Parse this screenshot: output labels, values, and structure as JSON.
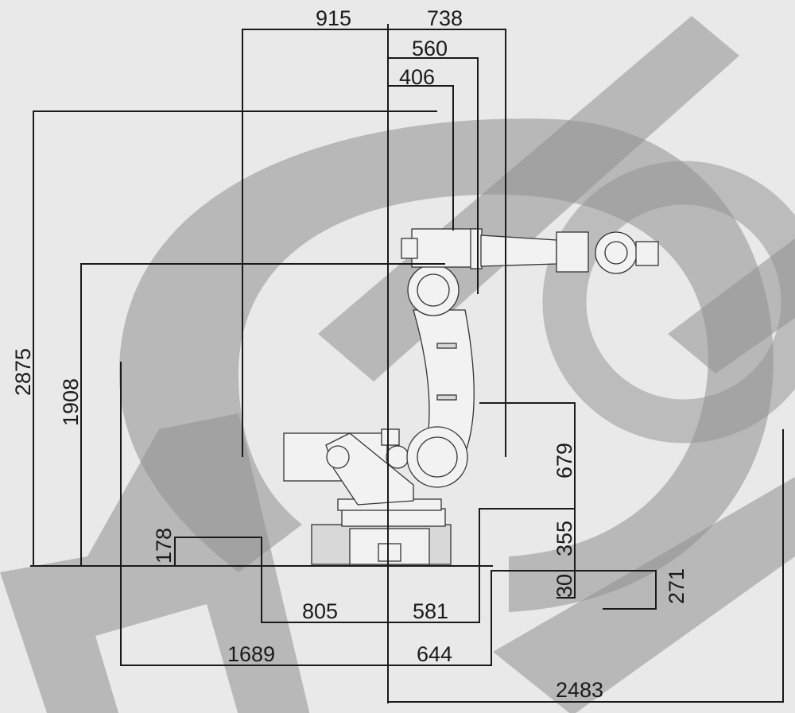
{
  "drawing": {
    "horizontal_dims": {
      "d915": "915",
      "d738": "738",
      "d560": "560",
      "d406": "406",
      "d805": "805",
      "d581": "581",
      "d1689": "1689",
      "d644": "644",
      "d2483": "2483"
    },
    "vertical_dims": {
      "d2875": "2875",
      "d1908": "1908",
      "d178": "178",
      "d679": "679",
      "d355": "355",
      "d30": "30",
      "d271": "271"
    }
  },
  "colors": {
    "background": "#e9e9e9",
    "watermark": "#8f8f8f",
    "line": "#1a1a1a"
  }
}
